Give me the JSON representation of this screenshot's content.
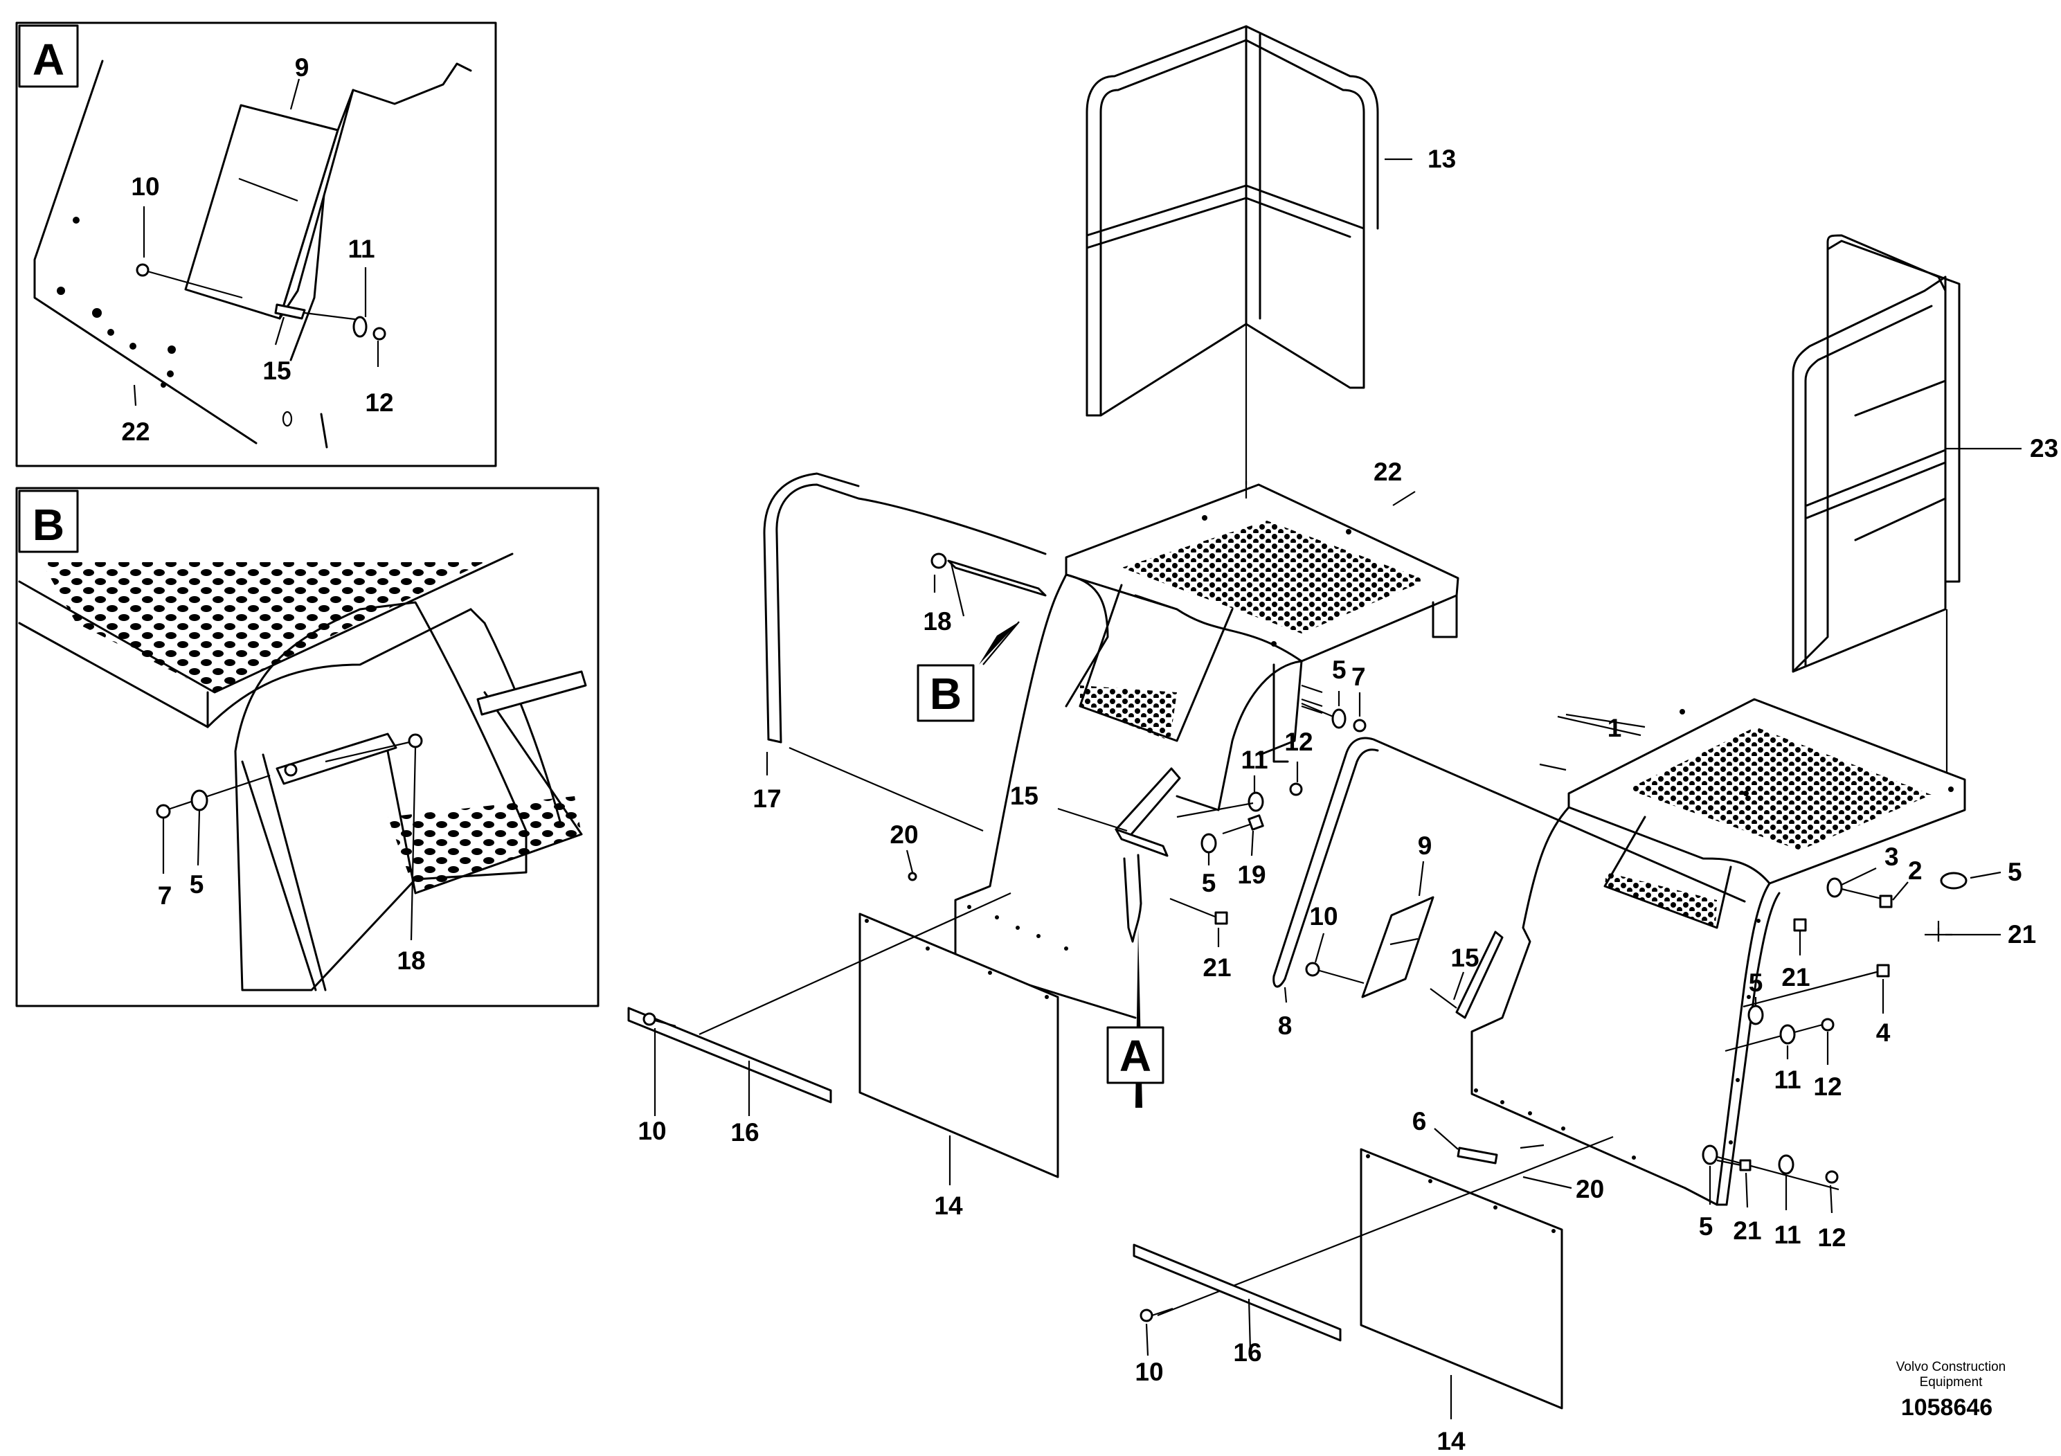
{
  "callout_a": {
    "letter": "A",
    "labels": {
      "p9": "9",
      "p10": "10",
      "p11": "11",
      "p12": "12",
      "p15": "15",
      "p22": "22"
    }
  },
  "callout_b": {
    "letter": "B",
    "labels": {
      "p7": "7",
      "p5": "5",
      "p18": "18"
    }
  },
  "main": {
    "labels": {
      "l13": "13",
      "l23": "23",
      "l22": "22",
      "l1": "1",
      "l18": "18",
      "l17": "17",
      "l5a": "5",
      "l7": "7",
      "l12a": "12",
      "l11a": "11",
      "l15a": "15",
      "l20a": "20",
      "l5b": "5",
      "l19": "19",
      "l21a": "21",
      "l9": "9",
      "l10a": "10",
      "l15b": "15",
      "l8": "8",
      "l5c": "5",
      "l3": "3",
      "l2": "2",
      "l21b": "21",
      "l21c": "21",
      "l5d": "5",
      "l4": "4",
      "l11b": "11",
      "l12b": "12",
      "l10b": "10",
      "l16a": "16",
      "l14a": "14",
      "l6": "6",
      "l20b": "20",
      "l5e": "5",
      "l21d": "21",
      "l11c": "11",
      "l12c": "12",
      "l10c": "10",
      "l16b": "16",
      "l14b": "14"
    },
    "marker_a": "A",
    "marker_b": "B"
  },
  "footer": {
    "company_line1": "Volvo Construction",
    "company_line2": "Equipment",
    "doc_number": "1058646"
  }
}
